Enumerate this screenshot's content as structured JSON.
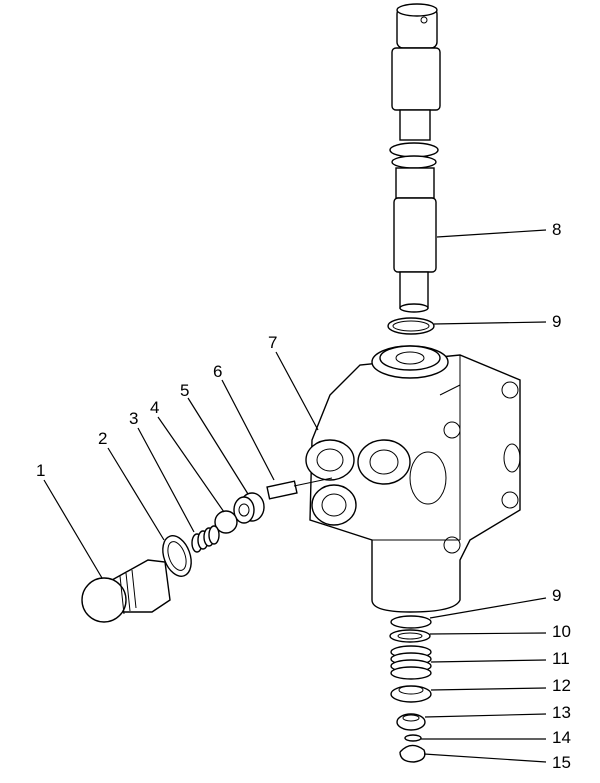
{
  "callouts": {
    "c1": "1",
    "c2": "2",
    "c3": "3",
    "c4": "4",
    "c5": "5",
    "c6": "6",
    "c7": "7",
    "c8": "8",
    "c9a": "9",
    "c9b": "9",
    "c10": "10",
    "c11": "11",
    "c12": "12",
    "c13": "13",
    "c14": "14",
    "c15": "15"
  }
}
